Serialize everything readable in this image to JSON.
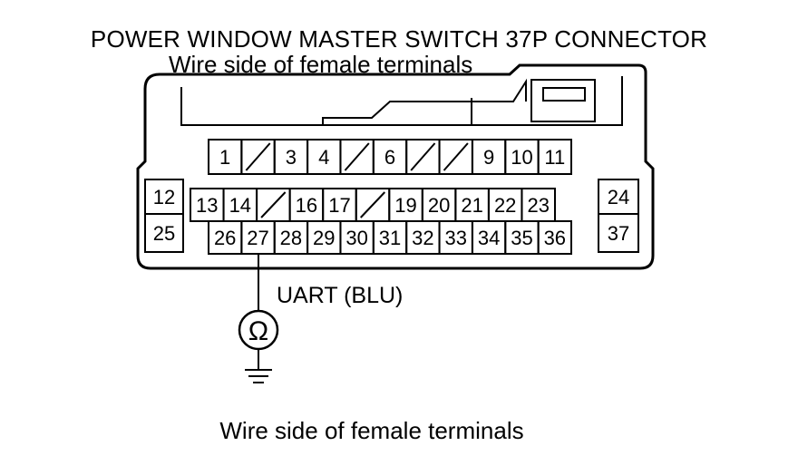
{
  "title": "POWER WINDOW MASTER SWITCH 37P CONNECTOR",
  "subtitle": "Wire side of female terminals",
  "caption": "Wire side of female terminals",
  "wire_label": "UART (BLU)",
  "ohmmeter_symbol": "Ω",
  "colors": {
    "line": "#000000",
    "background": "#ffffff"
  },
  "terminals": {
    "row1": [
      "1",
      "",
      "3",
      "4",
      "",
      "6",
      "",
      "",
      "9",
      "10",
      "11"
    ],
    "row2": [
      "13",
      "14",
      "",
      "16",
      "17",
      "",
      "19",
      "20",
      "21",
      "22",
      "23"
    ],
    "row3": [
      "26",
      "27",
      "28",
      "29",
      "30",
      "31",
      "32",
      "33",
      "34",
      "35",
      "36"
    ],
    "left": [
      "12",
      "25"
    ],
    "right": [
      "24",
      "37"
    ]
  },
  "probe_terminal": "27"
}
